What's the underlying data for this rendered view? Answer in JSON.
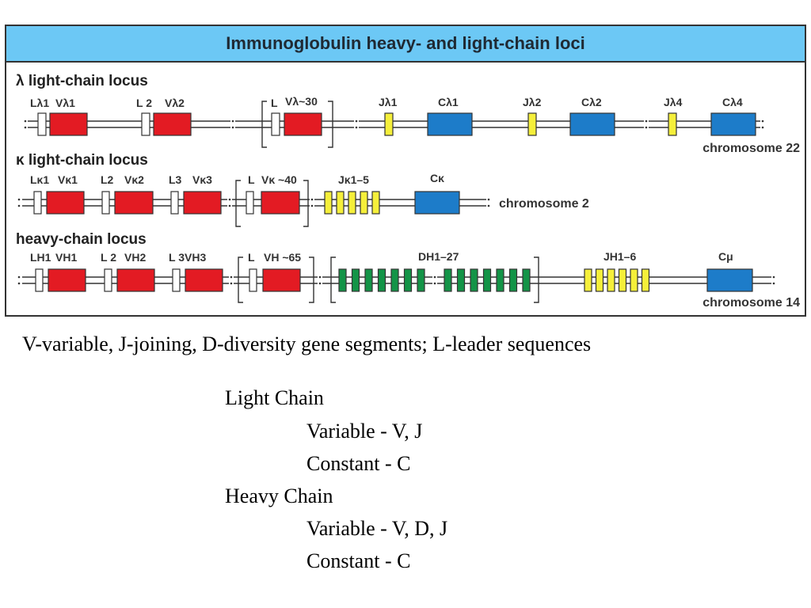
{
  "figure": {
    "title": "Immunoglobulin heavy- and light-chain loci",
    "colors": {
      "title_bar": "#6cc8f5",
      "V_segment": "#e31b23",
      "J_segment": "#f5ef3a",
      "C_segment": "#1d7cc9",
      "D_segment": "#139447",
      "L_segment": "#ffffff",
      "line": "#333333"
    },
    "loci": [
      {
        "id": "lambda",
        "title": "λ light-chain locus",
        "chromosome": "chromosome 22",
        "labels": {
          "L1": "Lλ1",
          "V1": "Vλ1",
          "L2": "L 2",
          "V2": "Vλ2",
          "Ln": "L",
          "Vn": "Vλ~30",
          "J1": "Jλ1",
          "C1": "Cλ1",
          "J2": "Jλ2",
          "C2": "Cλ2",
          "J4": "Jλ4",
          "C4": "Cλ4"
        }
      },
      {
        "id": "kappa",
        "title": "κ light-chain locus",
        "chromosome": "chromosome 2",
        "labels": {
          "L1": "Lκ1",
          "V1": "Vκ1",
          "L2": "L2",
          "V2": "Vκ2",
          "L3": "L3",
          "V3": "Vκ3",
          "Ln": "L",
          "Vn": "Vκ ~40",
          "J": "Jκ1–5",
          "C": "Cκ"
        }
      },
      {
        "id": "heavy",
        "title": "heavy-chain locus",
        "chromosome": "chromosome 14",
        "labels": {
          "L1": "LH1",
          "V1": "VH1",
          "L2": "L 2",
          "V2": "VH2",
          "L3": "L 3",
          "V3": "VH3",
          "Ln": "L",
          "Vn": "VH ~65",
          "D": "DH1–27",
          "J": "JH1–6",
          "C": "Cμ"
        }
      }
    ]
  },
  "caption": {
    "legend": "V-variable,  J-joining, D-diversity gene segments; L-leader sequences",
    "outline": [
      {
        "text": "Light Chain",
        "level": 0
      },
      {
        "text": "Variable - V, J",
        "level": 1
      },
      {
        "text": "Constant - C",
        "level": 1
      },
      {
        "text": "Heavy Chain",
        "level": 0
      },
      {
        "text": "Variable - V, D, J",
        "level": 1
      },
      {
        "text": "Constant - C",
        "level": 1
      }
    ]
  }
}
